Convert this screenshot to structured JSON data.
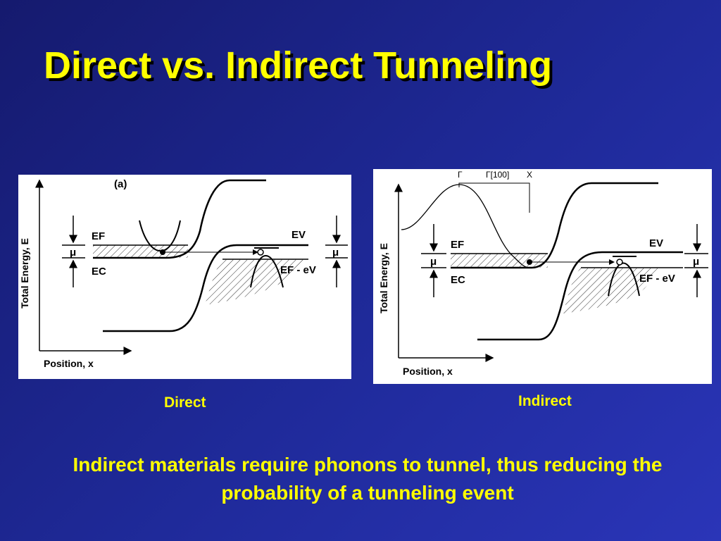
{
  "title": "Direct vs. Indirect Tunneling",
  "direct": {
    "caption": "Direct",
    "panel_label": "(a)",
    "y_axis_label": "Total Energy, E",
    "x_axis_label": "Position, x",
    "ef_label": "EF",
    "ec_label": "EC",
    "mu_label": "μ",
    "ev_label": "EV",
    "ef_ev_label": "EF - eV"
  },
  "indirect": {
    "caption": "Indirect",
    "y_axis_label": "Total Energy, E",
    "x_axis_label": "Position, x",
    "ef_label": "EF",
    "ec_label": "EC",
    "mu_label": "μ",
    "ev_label": "EV",
    "ef_ev_label": "EF - eV",
    "k_gamma": "Γ",
    "k_100": "Γ[100]",
    "k_x": "X"
  },
  "summary": "Indirect materials require phonons to tunnel, thus reducing the probability of a tunneling event"
}
